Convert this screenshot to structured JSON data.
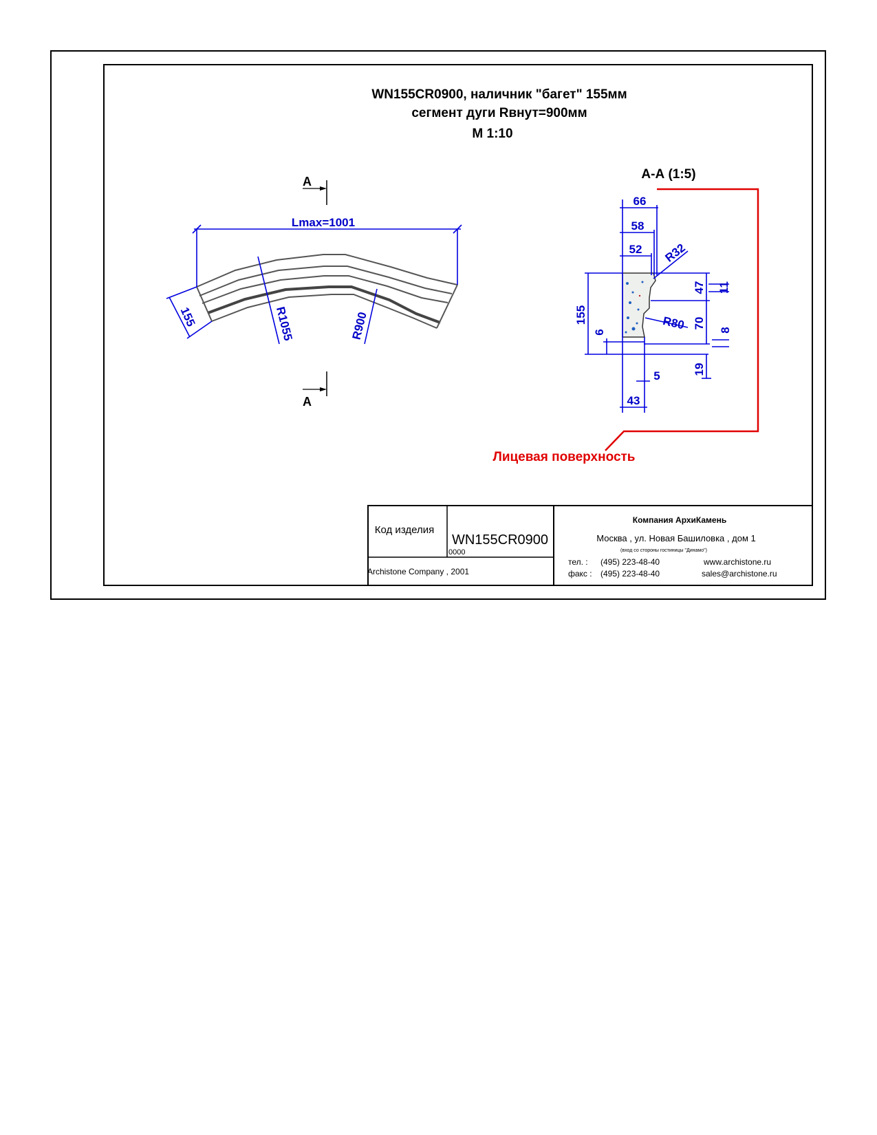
{
  "drawing": {
    "title_line1": "WN155CR0900, наличник \"багет\" 155мм",
    "title_line2": "сегмент дуги Rвнут=900мм",
    "scale": "М 1:10",
    "section_mark": "А",
    "section_title": "А-А (1:5)",
    "face_label": "Лицевая поверхность",
    "plan_dims": {
      "lmax": "Lmax=1001",
      "width": "155",
      "r_outer": "R1055",
      "r_inner": "R900"
    },
    "section_dims": {
      "d66": "66",
      "d58": "58",
      "d52": "52",
      "r32": "R32",
      "d155": "155",
      "d47": "47",
      "d11": "11",
      "r80": "R80",
      "d70": "70",
      "d6": "6",
      "d8": "8",
      "d19": "19",
      "d5": "5",
      "d43": "43"
    }
  },
  "title_block": {
    "code_label": "Код изделия",
    "code_value": "WN155CR0900",
    "code_sub": "0000",
    "copyright": "Archistone  Company ,  2001",
    "company": "Компания  АрхиКамень",
    "address": "Москва , ул. Новая Башиловка , дом 1",
    "address_note": "(вход со стороны гостиницы \"Динамо\")",
    "tel_label": "тел.   :",
    "tel": "(495) 223-48-40",
    "fax_label": "факс :",
    "fax": "(495) 223-48-40",
    "web": "www.archistone.ru",
    "email": "sales@archistone.ru"
  },
  "colors": {
    "dimension": "#0000e0",
    "face_line": "#e00000",
    "frame": "#000000"
  }
}
